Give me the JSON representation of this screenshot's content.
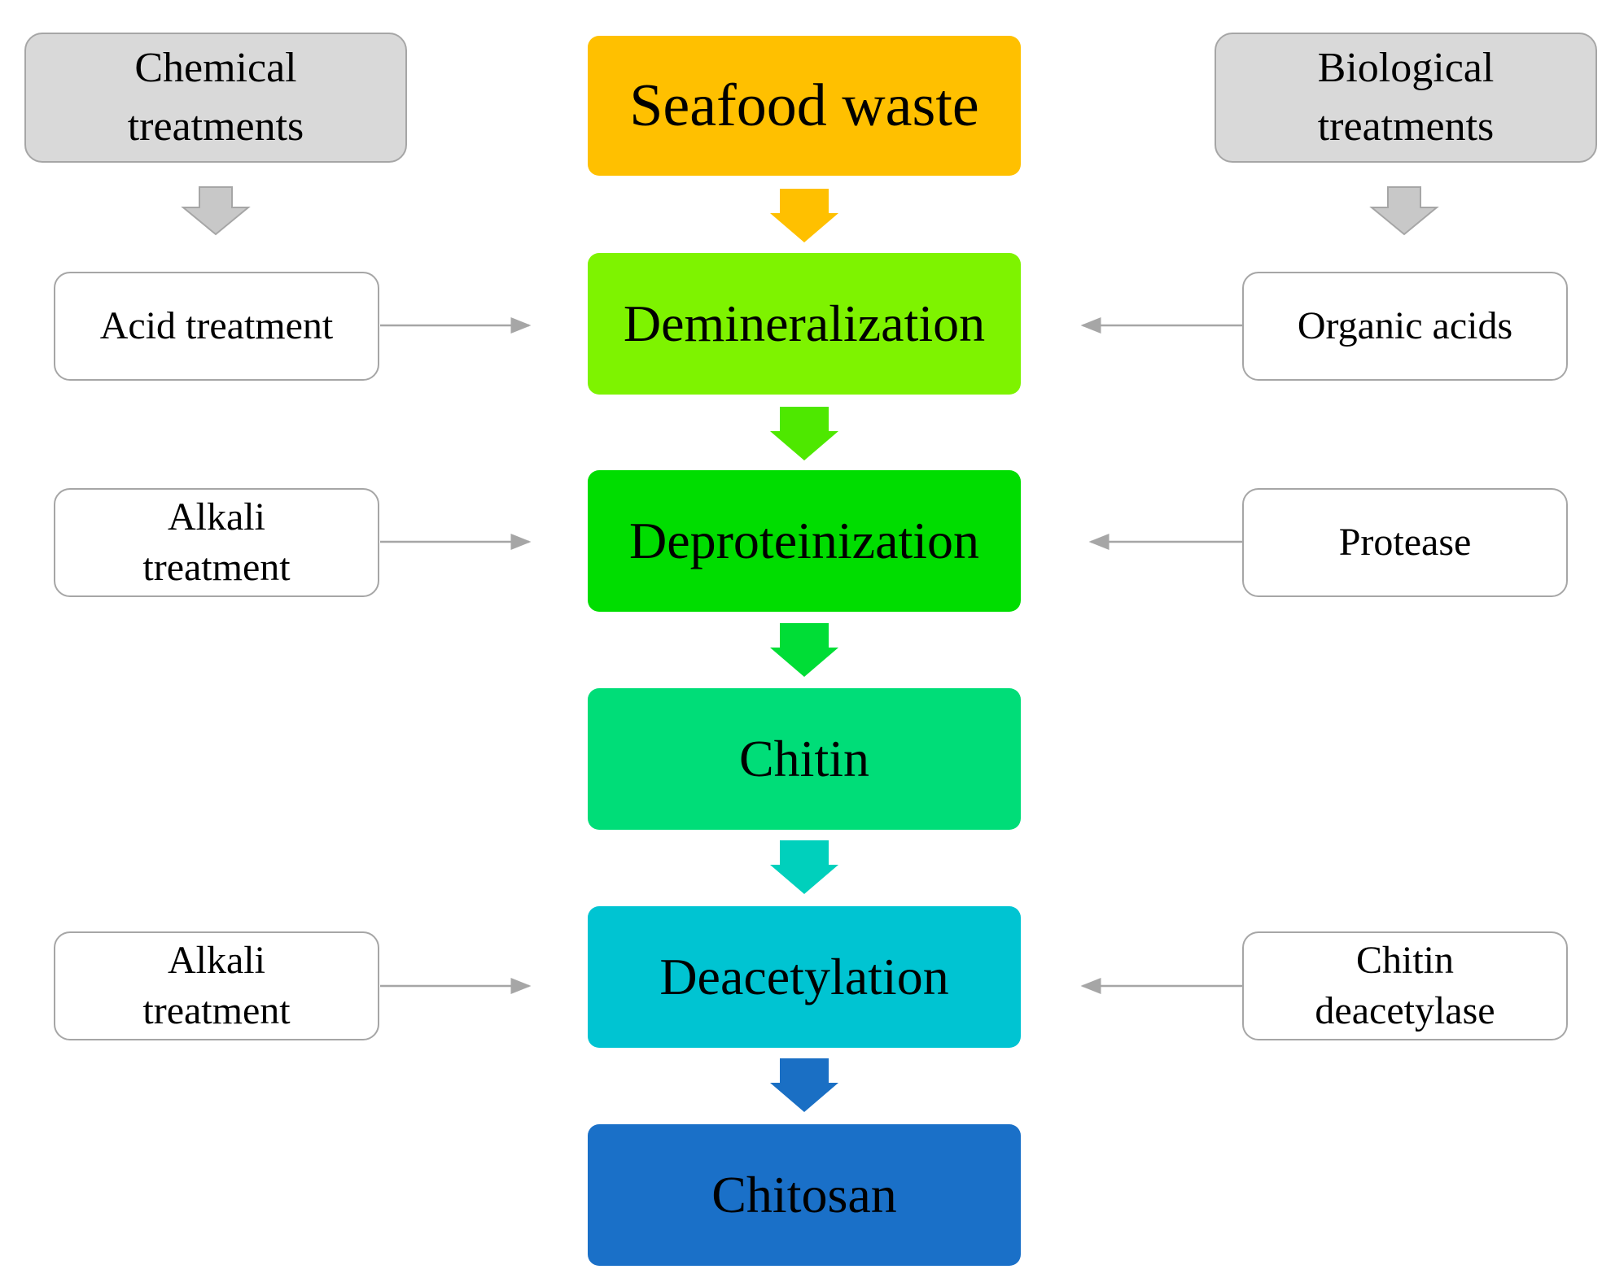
{
  "headers": {
    "chemical": "Chemical\ntreatments",
    "biological": "Biological\ntreatments"
  },
  "steps": [
    {
      "label": "Seafood waste",
      "color": "#ffc000"
    },
    {
      "label": "Demineralization",
      "color": "#7ef300"
    },
    {
      "label": "Deproteinization",
      "color": "#00dd00"
    },
    {
      "label": "Chitin",
      "color": "#00dd78"
    },
    {
      "label": "Deacetylation",
      "color": "#00c4d2"
    },
    {
      "label": "Chitosan",
      "color": "#1a70c8"
    }
  ],
  "chemical_methods": {
    "demineralization": "Acid treatment",
    "deproteinization": "Alkali\ntreatment",
    "deacetylation": "Alkali\ntreatment"
  },
  "biological_methods": {
    "demineralization": "Organic acids",
    "deproteinization": "Protease",
    "deacetylation": "Chitin\ndeacetylase"
  },
  "colors": {
    "header_fill": "#d9d9d9",
    "border": "#a6a6a6",
    "connector": "#a6a6a6",
    "header_arrow": "#c8c8c8"
  }
}
